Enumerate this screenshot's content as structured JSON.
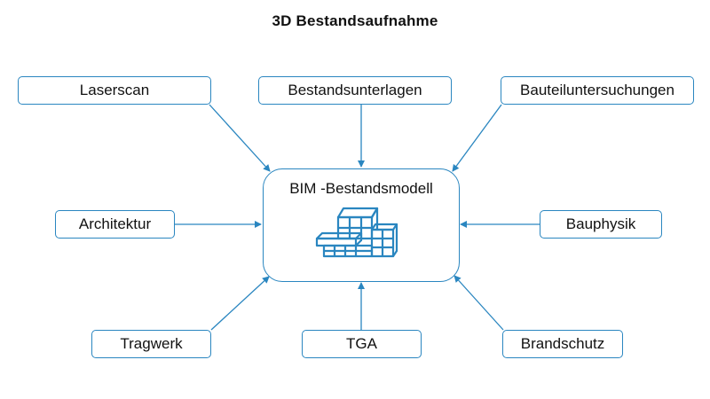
{
  "title": "3D Bestandsaufnahme",
  "center": {
    "label": "BIM -Bestandsmodell",
    "icon": "building-icon"
  },
  "nodes": {
    "laserscan": "Laserscan",
    "bestandsunterlagen": "Bestandsunterlagen",
    "bauteiluntersuchungen": "Bauteiluntersuchungen",
    "architektur": "Architektur",
    "bauphysik": "Bauphysik",
    "tragwerk": "Tragwerk",
    "tga": "TGA",
    "brandschutz": "Brandschutz"
  },
  "colors": {
    "accent": "#2a86c0",
    "text": "#111111"
  }
}
